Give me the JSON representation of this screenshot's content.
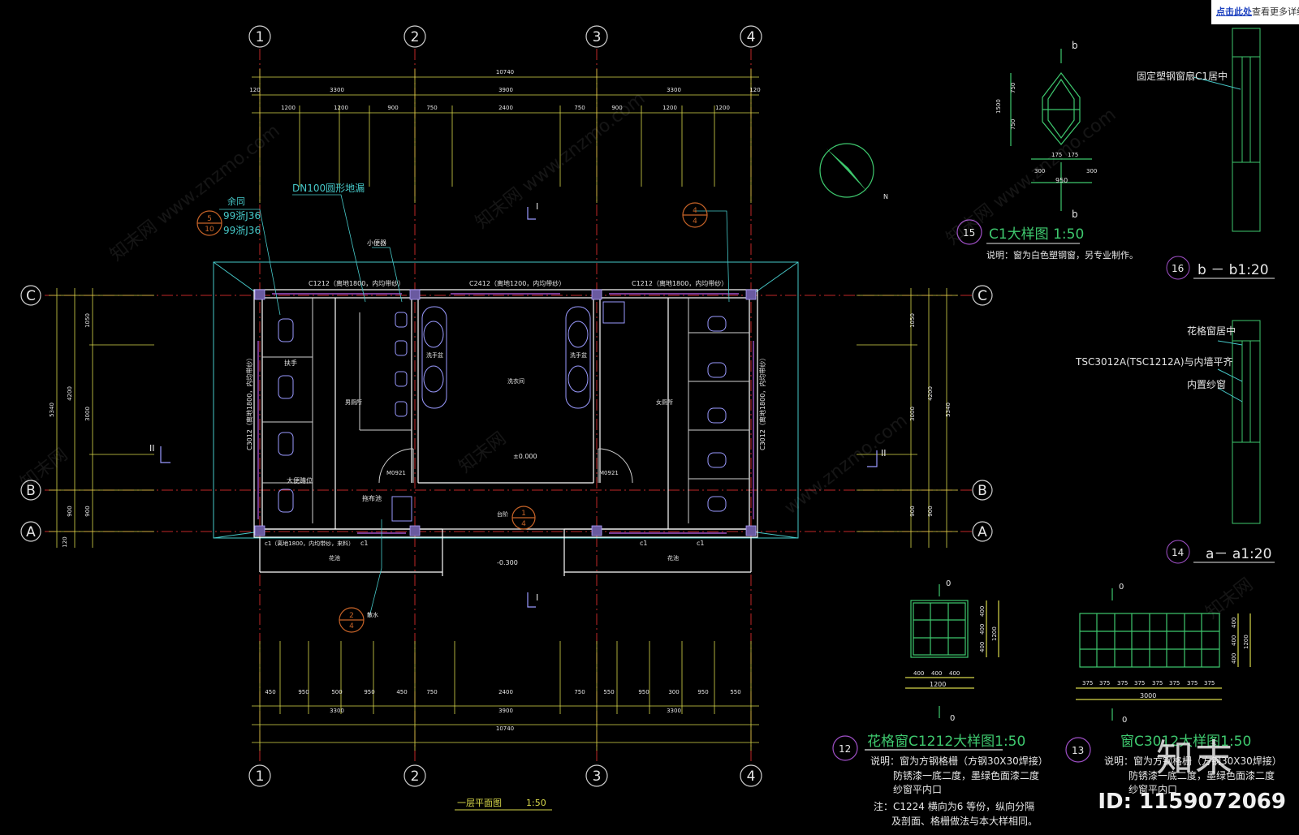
{
  "top_link": {
    "link": "点击此处",
    "rest": "查看更多详细"
  },
  "axes": {
    "numbers": [
      "1",
      "2",
      "3",
      "4"
    ],
    "letters": [
      "C",
      "B",
      "A"
    ]
  },
  "dims_top": {
    "total": "10740",
    "row2": [
      "120",
      "3300",
      "3900",
      "3300",
      "120"
    ],
    "row3": [
      "1200",
      "1200",
      "900",
      "750",
      "2400",
      "750",
      "900",
      "1200",
      "1200"
    ]
  },
  "dims_bottom": {
    "row1": [
      "450",
      "950",
      "500",
      "950",
      "450",
      "750",
      "2400",
      "750",
      "550",
      "950",
      "300",
      "950",
      "550"
    ],
    "row2": [
      "3300",
      "3900",
      "3300"
    ],
    "total": "10740"
  },
  "dims_left": [
    "1050",
    "3000",
    "4200",
    "5340",
    "900",
    "900",
    "120"
  ],
  "dims_right": [
    "1050",
    "3000",
    "4200",
    "5340",
    "900",
    "900"
  ],
  "plan_labels": {
    "ref_drain": "DN100圆形地漏",
    "ref_remark": "余同",
    "ref_std1": "99浙J36",
    "ref_std2": "99浙J36",
    "bubble_10_top": "5",
    "bubble_10_bot": "10",
    "bubble_4_top": "4",
    "bubble_4_bot": "4",
    "bubble_24_top": "2",
    "bubble_24_bot": "4",
    "bubble_14_top": "1",
    "bubble_14_bot": "4",
    "win_c1212_left": "C1212（离地1800，内均带纱）",
    "win_c2412": "C2412（离地1200，内均带纱）",
    "win_c1212_right": "C1212（离地1800，内均带纱）",
    "win_c3012_left": "C3012（离地1800，内均带纱）",
    "win_c3012_right": "C3012（离地1800，内均带纱）",
    "win_c1_bottom": "c1（离地1800，内均带纱，来料）",
    "c1_a": "c1",
    "c1_b": "c1",
    "c1_c": "c1",
    "men_room": "男厕所",
    "women_room": "女厕所",
    "sink_left": "洗手盆",
    "sink_right": "洗手盆",
    "wash_room": "洗衣间",
    "level_0": "±0.000",
    "level_neg": "-0.300",
    "door_left": "M0921",
    "door_right": "M0921",
    "mop": "拖布池",
    "urinal": "小便器",
    "squat": "大便蹲位",
    "grab": "扶手",
    "steps": "台阶",
    "flower_left": "花池",
    "flower_right": "花池",
    "bottom_slope": "散水",
    "section_I": "I",
    "section_II": "II",
    "drawing_title": "一层平面图",
    "drawing_scale": "1:50",
    "north": "N"
  },
  "detail_c1": {
    "no": "15",
    "title": "C1大样图 1:50",
    "note": "说明：窗为白色塑钢窗，另专业制作。",
    "section_mark": "b",
    "dims_w": [
      "300",
      "175",
      "175",
      "300"
    ],
    "dim_total": "950",
    "dims_h": [
      "750",
      "750"
    ],
    "dim_h_total": "1500"
  },
  "detail_bb": {
    "no": "16",
    "title": "b － b1:20",
    "label": "固定塑钢窗扇C1居中"
  },
  "detail_aa": {
    "no": "14",
    "title": "a－ a1:20",
    "label1": "花格窗居中",
    "label2": "TSC3012A(TSC1212A)与内墙平齐",
    "label3": "内置纱窗"
  },
  "detail_c1212": {
    "no": "12",
    "title": "花格窗C1212大样图1:50",
    "section_mark": "0",
    "dims_w": [
      "400",
      "400",
      "400"
    ],
    "dim_total": "1200",
    "dims_h": [
      "400",
      "400",
      "400"
    ],
    "dim_h_total": "1200",
    "note1": "说明：窗为方钢格栅（方钢30X30焊接）",
    "note2": "防锈漆一底二度，墨绿色面漆二度",
    "note3": "纱窗平内口",
    "note4": "注：C1224 横向为6 等份，纵向分隔",
    "note5": "及剖面、格栅做法与本大样相同。"
  },
  "detail_c3012": {
    "no": "13",
    "title": "窗C3012大样图1:50",
    "section_mark": "0",
    "dims_w": [
      "375",
      "375",
      "375",
      "375",
      "375",
      "375",
      "375",
      "375"
    ],
    "dim_total": "3000",
    "dims_h": [
      "400",
      "400",
      "400"
    ],
    "dim_h_total": "1200",
    "note1": "说明：窗为方钢格栅（方钢30X30焊接）",
    "note2": "防锈漆一底二度，墨绿色面漆二度",
    "note3": "纱窗平内口"
  },
  "watermarks": [
    "知末网 www.znzmo.com",
    "知末网 www.znzmo.com",
    "知末网 www.znzmo.com",
    "www.znzmo.com",
    "知末网",
    "知末网",
    "知末网"
  ],
  "logo": "知末",
  "id_tag": "ID: 1159072069",
  "colors": {
    "bg": "#000000",
    "wall": "#ffffff",
    "dim": "#d8d84a",
    "axis": "#c02828",
    "fixture": "#9a9aff",
    "bubble": "#c86428",
    "detail": "#3ec86e",
    "text": "#e6e6e6",
    "purple": "#a050c8",
    "cyan": "#46c8c8"
  }
}
